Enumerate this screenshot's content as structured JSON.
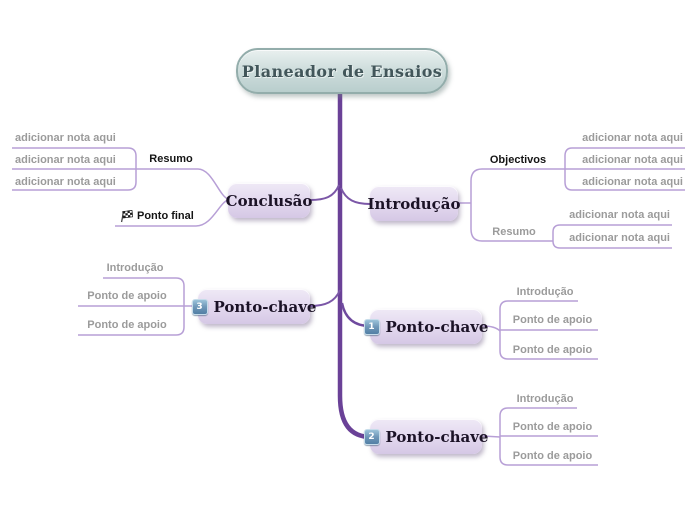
{
  "map": {
    "root_label": "Planeador de Ensaios",
    "branches": [
      {
        "label": "Conclusão",
        "side": "left",
        "children": [
          {
            "label": "Resumo",
            "emphasis": "strong",
            "notes": [
              "adicionar nota aqui",
              "adicionar nota aqui",
              "adicionar nota aqui"
            ]
          },
          {
            "label": "Ponto final",
            "emphasis": "strong",
            "icon": "checkered-flag"
          }
        ]
      },
      {
        "label": "Introdução",
        "side": "right",
        "children": [
          {
            "label": "Objectivos",
            "emphasis": "strong",
            "notes": [
              "adicionar nota aqui",
              "adicionar nota aqui",
              "adicionar nota aqui"
            ]
          },
          {
            "label": "Resumo",
            "emphasis": "muted",
            "notes": [
              "adicionar nota aqui",
              "adicionar nota aqui"
            ]
          }
        ]
      },
      {
        "label": "Ponto-chave",
        "badge": "3",
        "side": "left",
        "children": [
          {
            "label": "Introdução"
          },
          {
            "label": "Ponto de apoio"
          },
          {
            "label": "Ponto de apoio"
          }
        ]
      },
      {
        "label": "Ponto-chave",
        "badge": "1",
        "side": "right",
        "children": [
          {
            "label": "Introdução"
          },
          {
            "label": "Ponto de apoio"
          },
          {
            "label": "Ponto de apoio"
          }
        ]
      },
      {
        "label": "Ponto-chave",
        "badge": "2",
        "side": "right",
        "children": [
          {
            "label": "Introdução"
          },
          {
            "label": "Ponto de apoio"
          },
          {
            "label": "Ponto de apoio"
          }
        ]
      }
    ],
    "colors": {
      "trunk": "#6a4197",
      "branch_line": "#7b57a7",
      "child_line": "#b79fd6",
      "node_fill": "#e2d7ee",
      "root_fill": "#cfdedd",
      "badge_blue": "#527fa5",
      "muted_text": "#9b9b9b"
    }
  }
}
